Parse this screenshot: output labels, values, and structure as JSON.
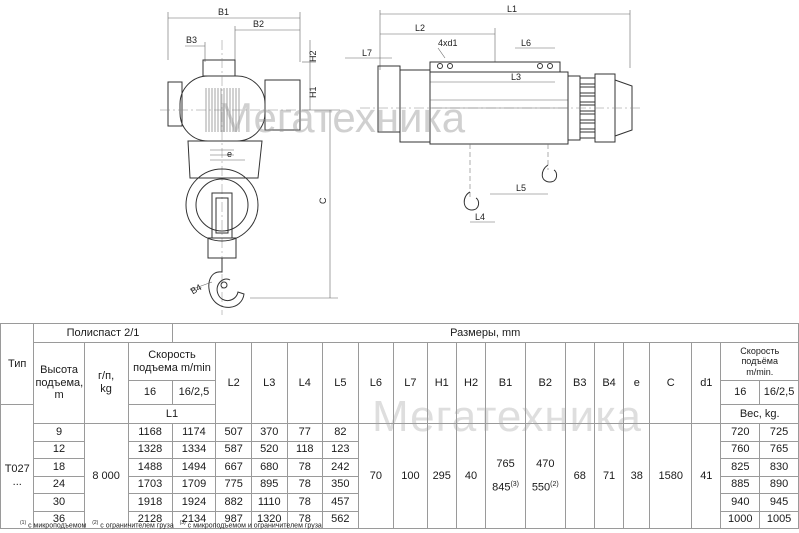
{
  "watermark": "Мегатехника",
  "dims_front": {
    "b1": "B1",
    "b2": "B2",
    "b3": "B3",
    "h1": "H1",
    "h2": "H2",
    "c": "C",
    "e": "e",
    "b4": "B4"
  },
  "dims_side": {
    "l1": "L1",
    "l2": "L2",
    "l3": "L3",
    "l4": "L4",
    "l5": "L5",
    "l6": "L6",
    "l7": "L7",
    "holes": "4xd1"
  },
  "table": {
    "polispast": "Полиспаст 2/1",
    "razmery": "Размеры, mm",
    "tip": "Тип",
    "vysota": "Высота\nподъема,\nm",
    "gp": "г/п,\nkg",
    "skorost": "Скорость\nподъема m/min",
    "skorost_right": "Скорость подъёма\nm/min.",
    "speed_16": "16",
    "speed_162": "16/2,5",
    "l1": "L1",
    "ves": "Вес, kg.",
    "type_value": "T027\n...",
    "load_value": "8 000",
    "cols": {
      "l2": "L2",
      "l3": "L3",
      "l4": "L4",
      "l5": "L5",
      "l6": "L6",
      "l7": "L7",
      "h1": "H1",
      "h2": "H2",
      "b1": "B1",
      "b2": "B2",
      "b3": "B3",
      "b4": "B4",
      "e": "e",
      "c": "C",
      "d1": "d1"
    },
    "rows": [
      {
        "h": "9",
        "l1a": "1168",
        "l1b": "1174",
        "l2": "507",
        "l3": "370",
        "l4": "77",
        "l5": "82",
        "w1": "720",
        "w2": "725"
      },
      {
        "h": "12",
        "l1a": "1328",
        "l1b": "1334",
        "l2": "587",
        "l3": "520",
        "l4": "118",
        "l5": "123",
        "w1": "760",
        "w2": "765"
      },
      {
        "h": "18",
        "l1a": "1488",
        "l1b": "1494",
        "l2": "667",
        "l3": "680",
        "l4": "78",
        "l5": "242",
        "w1": "825",
        "w2": "830"
      },
      {
        "h": "24",
        "l1a": "1703",
        "l1b": "1709",
        "l2": "775",
        "l3": "895",
        "l4": "78",
        "l5": "350",
        "w1": "885",
        "w2": "890"
      },
      {
        "h": "30",
        "l1a": "1918",
        "l1b": "1924",
        "l2": "882",
        "l3": "1110",
        "l4": "78",
        "l5": "457",
        "w1": "940",
        "w2": "945"
      },
      {
        "h": "36",
        "l1a": "2128",
        "l1b": "2134",
        "l2": "987",
        "l3": "1320",
        "l4": "78",
        "l5": "562",
        "w1": "1000",
        "w2": "1005"
      }
    ],
    "common": {
      "l6": "70",
      "l7": "100",
      "h1": "295",
      "h2": "40",
      "b1_a": "765",
      "b1_b": "845",
      "b1_b_sup": "(3)",
      "b2_a": "470",
      "b2_b": "550",
      "b2_b_sup": "(2)",
      "b3": "68",
      "b4": "71",
      "e": "38",
      "c": "1580",
      "d1": "41"
    }
  },
  "footnotes": [
    {
      "sup": "(1)",
      "text": " с микроподъемом"
    },
    {
      "sup": "(2)",
      "text": " с ограничителем груза"
    },
    {
      "sup": "(3)",
      "text": " с микроподъемом и ограничителем груза"
    }
  ]
}
